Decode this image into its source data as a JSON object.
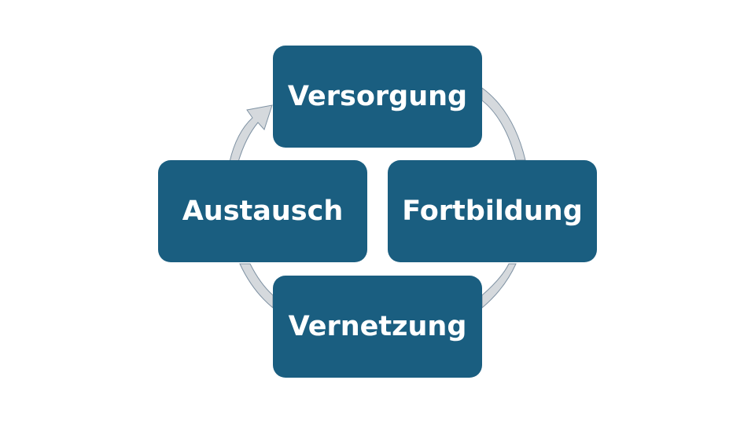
{
  "colors": {
    "node_fill": "#1a5e80",
    "node_text": "#ffffff",
    "arrow_fill": "#d5d9dd",
    "arrow_stroke": "#7f92a3"
  },
  "diagram": {
    "nodes": [
      {
        "id": "top",
        "label": "Versorgung"
      },
      {
        "id": "right",
        "label": "Fortbildung"
      },
      {
        "id": "bottom",
        "label": "Vernetzung"
      },
      {
        "id": "left",
        "label": "Austausch"
      }
    ],
    "cycle_direction": "clockwise"
  }
}
